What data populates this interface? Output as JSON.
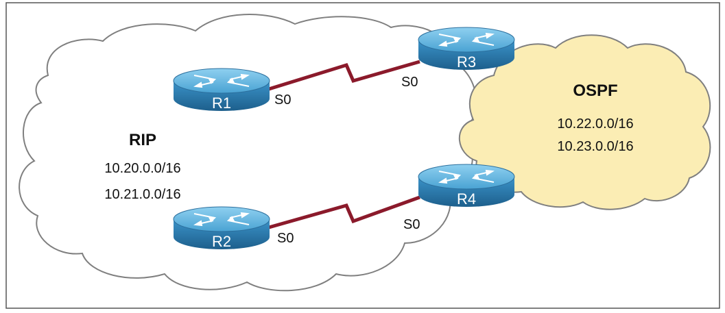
{
  "clouds": {
    "rip": {
      "title": "RIP",
      "networks": [
        "10.20.0.0/16",
        "10.21.0.0/16"
      ]
    },
    "ospf": {
      "title": "OSPF",
      "networks": [
        "10.22.0.0/16",
        "10.23.0.0/16"
      ]
    }
  },
  "routers": {
    "r1": {
      "name": "R1"
    },
    "r2": {
      "name": "R2"
    },
    "r3": {
      "name": "R3"
    },
    "r4": {
      "name": "R4"
    }
  },
  "links": {
    "r1_r3": {
      "a_iface": "S0",
      "b_iface": "S0"
    },
    "r2_r4": {
      "a_iface": "S0",
      "b_iface": "S0"
    }
  },
  "colors": {
    "router_body": "#2a7fb3",
    "router_top": "#5fb3de",
    "serial_link": "#8b1a2b",
    "ospf_fill": "#fbedb4",
    "rip_fill": "#ffffff",
    "cloud_stroke": "#7f7f7f"
  }
}
